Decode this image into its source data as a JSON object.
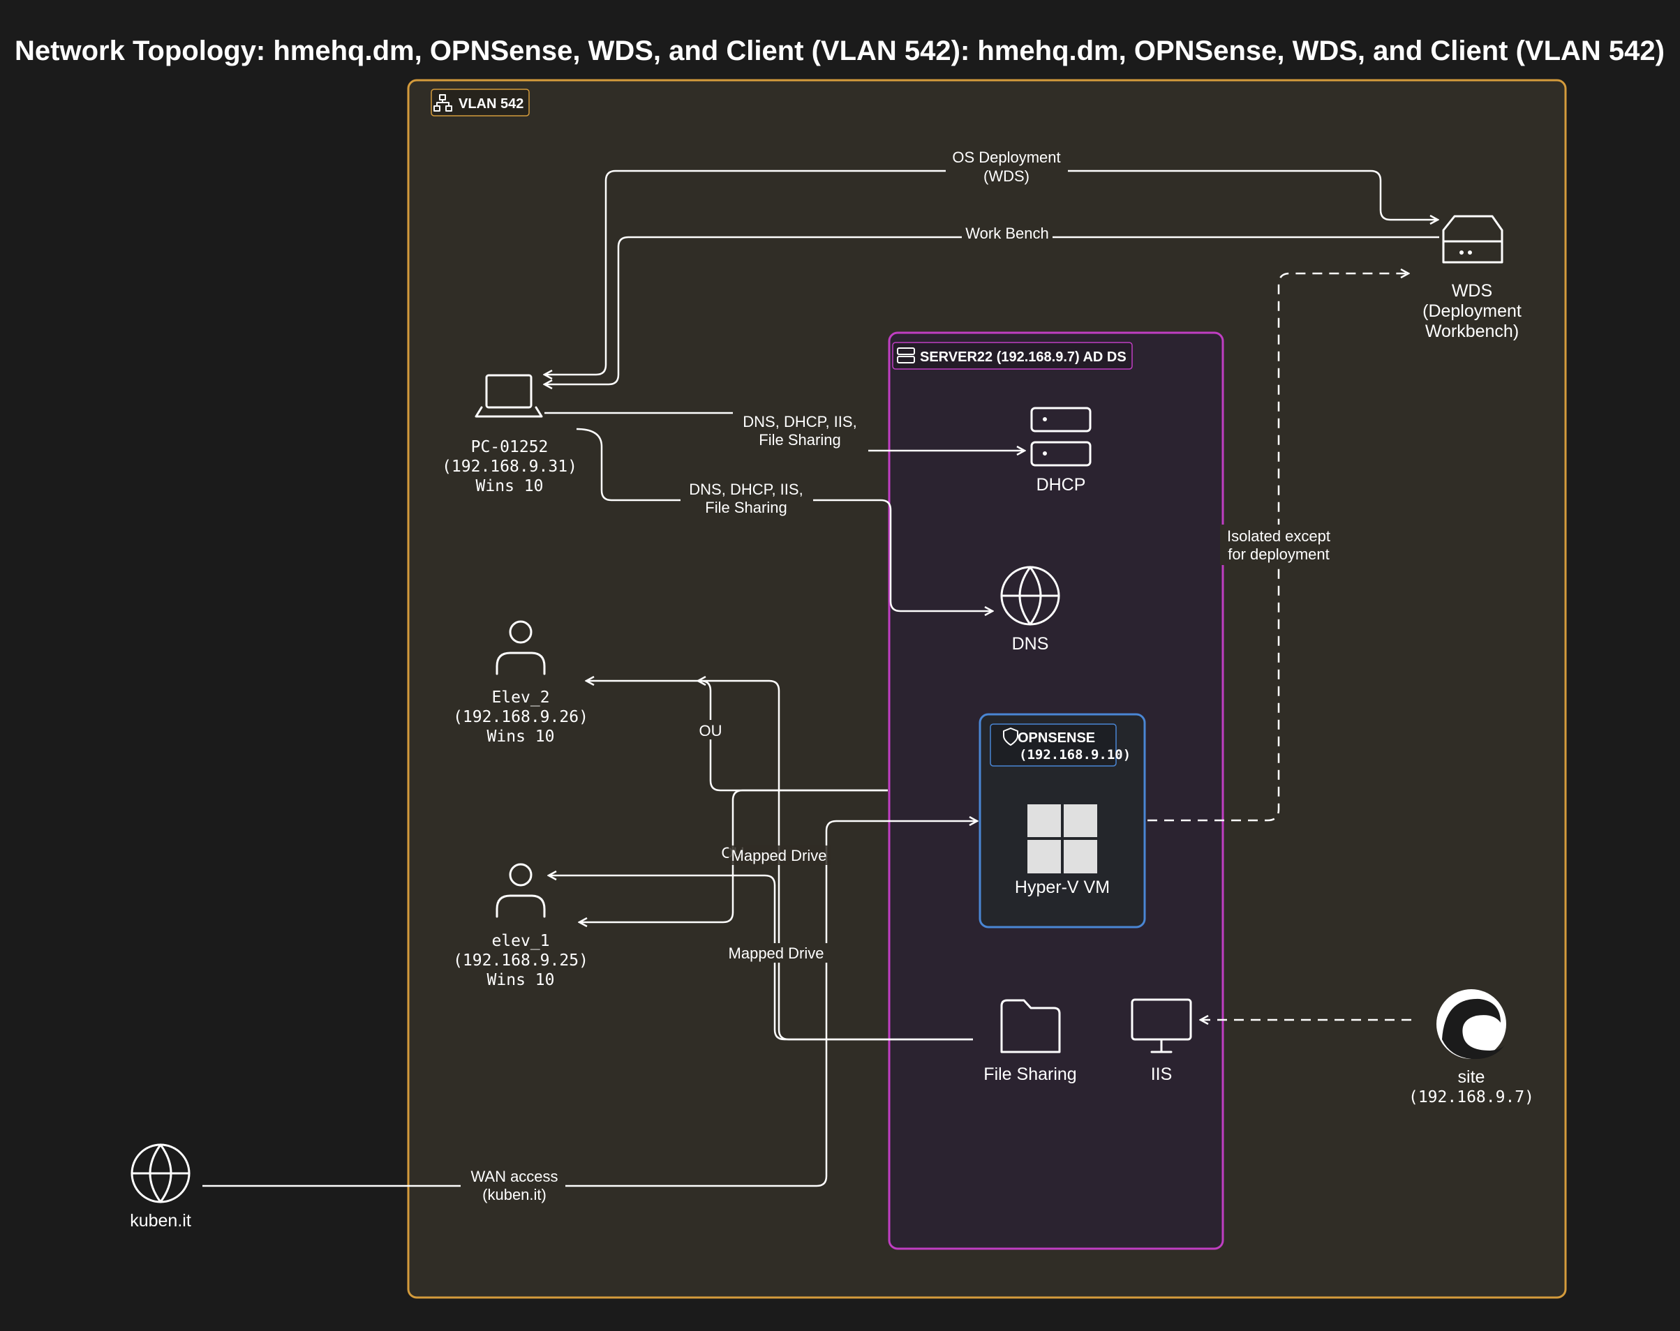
{
  "title": "Network Topology: hmehq.dm, OPNSense, WDS, and Client (VLAN 542): hmehq.dm, OPNSense, WDS, and Client (VLAN 542)",
  "colors": {
    "background": "#1b1b1b",
    "vlan_border": "#d49b3c",
    "vlan_fill": "#302d26",
    "server_border": "#c03ec3",
    "server_fill": "#2b2330",
    "opnsense_border": "#4a86d4",
    "opnsense_fill": "#24262b"
  },
  "groups": {
    "vlan": {
      "label": "VLAN 542",
      "icon": "network-icon"
    },
    "server": {
      "label": "SERVER22 (192.168.9.7) AD DS",
      "icon": "server-icon"
    },
    "opnsense": {
      "label_line1": "OPNSENSE",
      "label_line2": "(192.168.9.10)",
      "icon": "shield-icon"
    }
  },
  "nodes": {
    "pc": {
      "lines": [
        "PC-01252",
        "(192.168.9.31)",
        "Wins 10"
      ],
      "icon": "laptop-icon"
    },
    "elev2": {
      "lines": [
        "Elev_2",
        "(192.168.9.26)",
        "Wins 10"
      ],
      "icon": "user-icon"
    },
    "elev1": {
      "lines": [
        "elev_1",
        "(192.168.9.25)",
        "Wins 10"
      ],
      "icon": "user-icon"
    },
    "wds": {
      "lines": [
        "WDS",
        "(Deployment",
        "Workbench)"
      ],
      "icon": "drive-icon"
    },
    "dhcp": {
      "label": "DHCP",
      "icon": "server-stack-icon"
    },
    "dns": {
      "label": "DNS",
      "icon": "globe-icon"
    },
    "hyperv": {
      "label": "Hyper-V VM",
      "icon": "windows-icon"
    },
    "fileshare": {
      "label": "File Sharing",
      "icon": "folder-icon"
    },
    "iis": {
      "label": "IIS",
      "icon": "monitor-icon"
    },
    "site": {
      "lines": [
        "site",
        "(192.168.9.7)"
      ],
      "icon": "edge-browser-icon"
    },
    "kuben": {
      "label": "kuben.it",
      "icon": "globe-icon"
    }
  },
  "edges": {
    "os_deployment": [
      "OS Deployment",
      "(WDS)"
    ],
    "work_bench": "Work Bench",
    "pc_dhcp": [
      "DNS, DHCP, IIS,",
      "File Sharing"
    ],
    "pc_dns": [
      "DNS, DHCP, IIS,",
      "File Sharing"
    ],
    "isolated": [
      "Isolated except",
      "for deployment"
    ],
    "ou_elev2": "OU",
    "ou_elev1": "OU",
    "mapped_drive_1": "Mapped Drive",
    "mapped_drive_2": "Mapped Drive",
    "wan": [
      "WAN access",
      "(kuben.it)"
    ]
  }
}
